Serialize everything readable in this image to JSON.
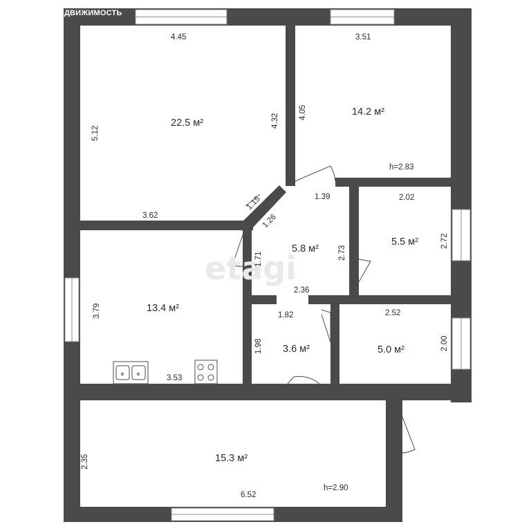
{
  "watermark": {
    "corner_text": "ДВИЖИМОСТЬ",
    "logo_text": "etagi"
  },
  "rooms": [
    {
      "id": "room-a",
      "area": "22.5 м²",
      "dims": [
        "4.45",
        "5.12",
        "4.32",
        "3.62"
      ]
    },
    {
      "id": "room-b",
      "area": "14.2 м²",
      "dims": [
        "3.51",
        "4.05"
      ],
      "height": "h=2.83"
    },
    {
      "id": "hall",
      "area": "5.8 м²",
      "dims": [
        "1.39",
        "1.15",
        "1.26",
        "1.71",
        "2.73",
        "2.36"
      ]
    },
    {
      "id": "room-c",
      "area": "5.5 м²",
      "dims": [
        "2.02",
        "2.72"
      ]
    },
    {
      "id": "kitchen",
      "area": "13.4 м²",
      "dims": [
        "3.79",
        "3.53"
      ]
    },
    {
      "id": "bath",
      "area": "3.6 м²",
      "dims": [
        "1.82",
        "1.98"
      ]
    },
    {
      "id": "room-d",
      "area": "5.0 м²",
      "dims": [
        "2.52",
        "2.00"
      ]
    },
    {
      "id": "living",
      "area": "15.3 м²",
      "dims": [
        "2.35",
        "6.52"
      ],
      "height": "h=2.90"
    }
  ],
  "colors": {
    "wall": "#4a4a4a",
    "floor": "#ffffff",
    "text": "#2b2b2b"
  }
}
